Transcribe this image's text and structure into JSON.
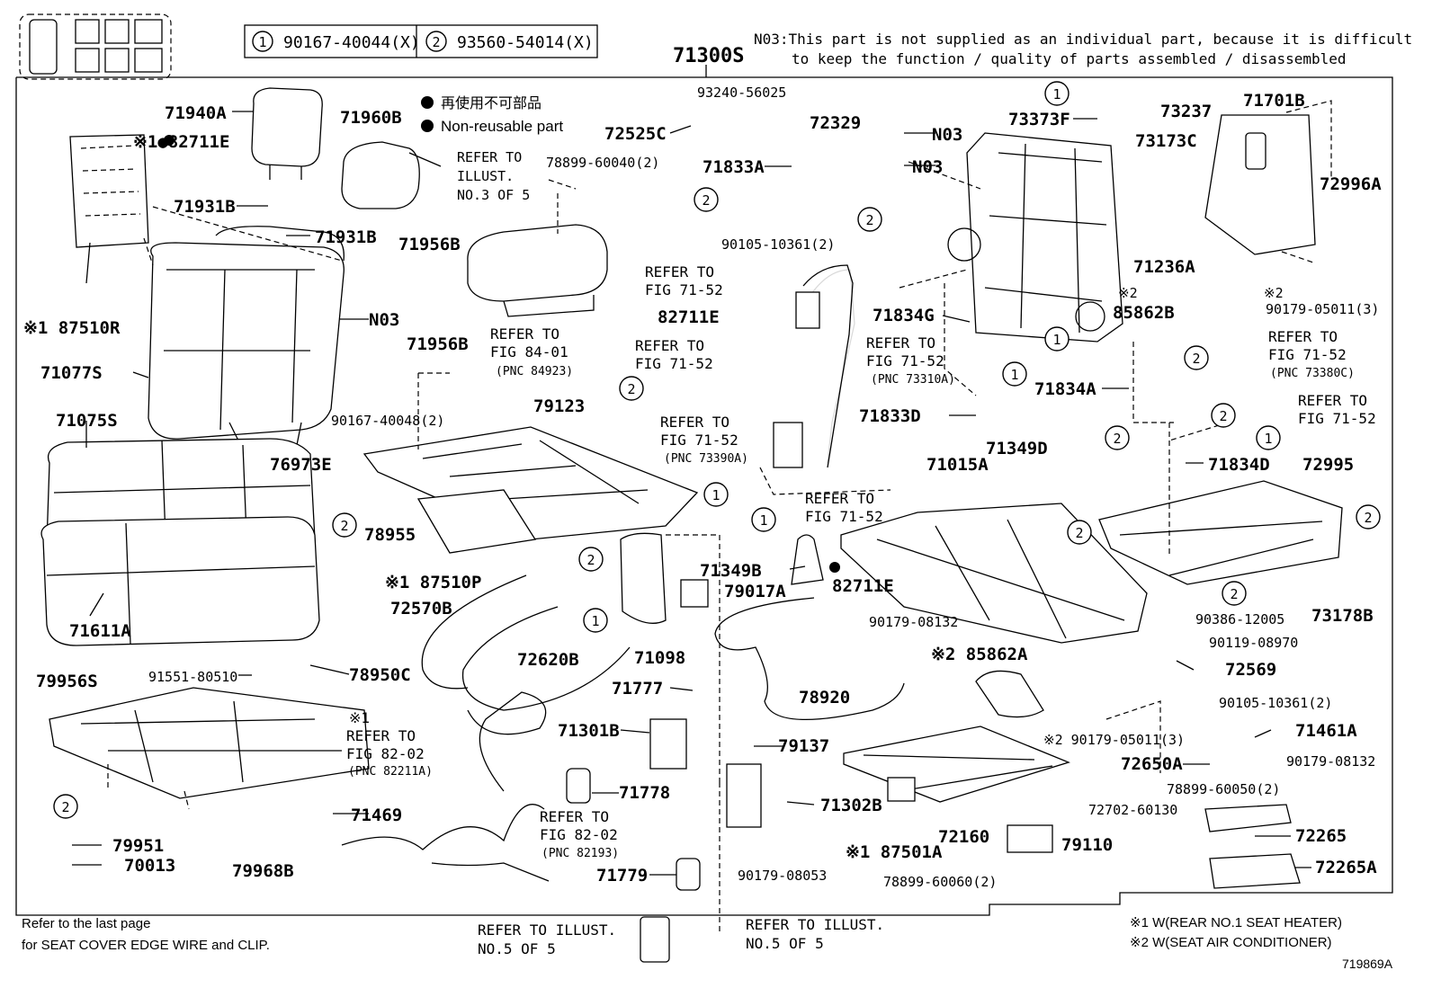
{
  "header": {
    "legend_1_num": "1",
    "legend_1_part": "90167-40044(X)",
    "legend_2_num": "2",
    "legend_2_part": "93560-54014(X)",
    "note_n03_line1": "N03:This part is not supplied as an individual part, because it is difficult",
    "note_n03_line2": "to keep the function / quality of parts assembled / disassembled",
    "main_assembly": "71300S"
  },
  "legend": {
    "non_reusable_jp": "再使用不可部品",
    "non_reusable_en": "Non-reusable part"
  },
  "parts": {
    "p71940A": "71940A",
    "p82711E_a": "※1●82711E",
    "p71931B_a": "71931B",
    "p71931B_b": "71931B",
    "p87510R": "※1 87510R",
    "p71077S": "71077S",
    "p71075S": "71075S",
    "p71960B": "71960B",
    "pN03_a": "N03",
    "p71956B_a": "71956B",
    "p71956B_b": "71956B",
    "p78899_60040": "78899-60040(2)",
    "p93240": "93240-56025",
    "p72525C": "72525C",
    "p72329": "72329",
    "p71833A": "71833A",
    "p90105_10361_a": "90105-10361(2)",
    "p82711E_b": "82711E",
    "pN03_b": "N03",
    "pN03_c": "N03",
    "p73373F": "73373F",
    "p73237": "73237",
    "p73173C": "73173C",
    "p71701B": "71701B",
    "p72996A": "72996A",
    "p71236A": "71236A",
    "p85862B": "※2\n85862B",
    "p90179_05011_a": "※2\n90179-05011(3)",
    "p71834G": "71834G",
    "p71834A": "71834A",
    "p71833D": "71833D",
    "p79123": "79123",
    "p90167_40048": "90167-40048(2)",
    "p76973E": "76973E",
    "p78955": "78955",
    "p87510P": "※1 87510P",
    "p71611A": "71611A",
    "p72570B": "72570B",
    "p72620B": "72620B",
    "p71098": "71098",
    "p71349B": "71349B",
    "p79017A": "79017A",
    "p82711E_c": "82711E",
    "p71015A": "71015A",
    "p71349D": "71349D",
    "p71834D": "71834D",
    "p72995": "72995",
    "p73178B": "73178B",
    "p90386": "90386-12005",
    "p90119": "90119-08970",
    "p72569": "72569",
    "p90105_10361_b": "90105-10361(2)",
    "p71461A": "71461A",
    "p90179_08132_a": "90179-08132",
    "p85862A": "※2 85862A",
    "p90179_05011_b": "※2 90179-05011(3)",
    "p72650A": "72650A",
    "p90179_08132_b": "90179-08132",
    "p78899_60050": "78899-60050(2)",
    "p72702": "72702-60130",
    "p72265": "72265",
    "p72265A": "72265A",
    "p79110": "79110",
    "p72160": "72160",
    "p87501A": "※1 87501A",
    "p78899_60060": "78899-60060(2)",
    "p78920": "78920",
    "p71777": "71777",
    "p71301B": "71301B",
    "p79137": "79137",
    "p71302B": "71302B",
    "p71778": "71778",
    "p71779": "71779",
    "p90179_08053": "90179-08053",
    "p71469": "71469",
    "p79968B": "79968B",
    "p79956S": "79956S",
    "p91551": "91551-80510",
    "p78950C": "78950C",
    "p79951": "79951",
    "p70013": "70013"
  },
  "refs": {
    "r_illust3_l1": "REFER TO",
    "r_illust3_l2": "ILLUST.",
    "r_illust3_l3": "NO.3 OF 5",
    "r_7152_a_l1": "REFER TO",
    "r_7152_a_l2": "FIG 71-52",
    "r_7152_b_l1": "REFER TO",
    "r_7152_b_l2": "FIG 71-52",
    "r_8401_l1": "REFER TO",
    "r_8401_l2": "FIG 84-01",
    "r_8401_l3": "(PNC 84923)",
    "r_73310_l1": "REFER TO",
    "r_73310_l2": "FIG 71-52",
    "r_73310_l3": "(PNC 73310A)",
    "r_73390_l1": "REFER TO",
    "r_73390_l2": "FIG 71-52",
    "r_73390_l3": "(PNC 73390A)",
    "r_7152_c_l1": "REFER TO",
    "r_7152_c_l2": "FIG 71-52",
    "r_73380_l1": "REFER TO",
    "r_73380_l2": "FIG 71-52",
    "r_73380_l3": "(PNC 73380C)",
    "r_7152_d_l1": "REFER TO",
    "r_7152_d_l2": "FIG 71-52",
    "r_82211_l0": "※1",
    "r_82211_l1": "REFER TO",
    "r_82211_l2": "FIG 82-02",
    "r_82211_l3": "(PNC 82211A)",
    "r_82193_l1": "REFER TO",
    "r_82193_l2": "FIG 82-02",
    "r_82193_l3": "(PNC 82193)",
    "r_illust5a_l1": "REFER TO ILLUST.",
    "r_illust5a_l2": "NO.5 OF 5",
    "r_illust5b_l1": "REFER TO ILLUST.",
    "r_illust5b_l2": "NO.5 OF 5"
  },
  "footer": {
    "note_l1": "Refer to the last page",
    "note_l2": "for SEAT COVER EDGE WIRE and CLIP.",
    "cond_1": "※1 W(REAR NO.1 SEAT HEATER)",
    "cond_2": "※2 W(SEAT AIR CONDITIONER)",
    "figure_id": "719869A"
  },
  "callouts": [
    "1",
    "2"
  ]
}
